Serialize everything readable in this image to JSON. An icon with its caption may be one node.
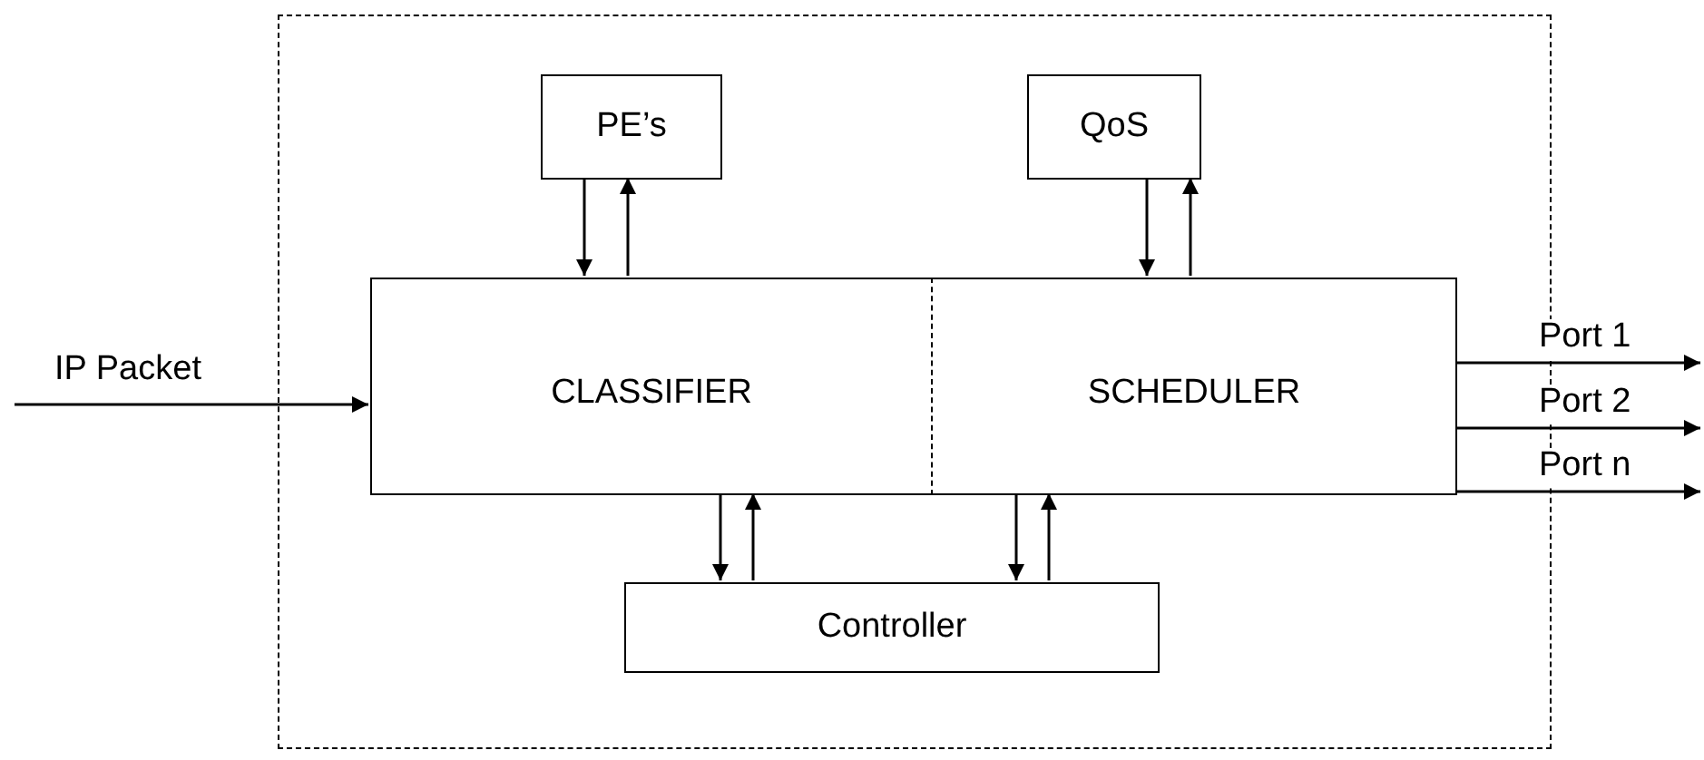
{
  "diagram": {
    "nodes": [
      {
        "text": [],
        "shape": "box"
      },
      {
        "text": [
          "PE’s"
        ],
        "in": 0
      },
      {
        "text": [
          "QoS"
        ],
        "in": 0
      },
      {
        "text": [
          "CLASSIFIER"
        ],
        "in": 0
      },
      {
        "text": [
          "SCHEDULER"
        ],
        "in": 0
      },
      {
        "text": [
          "Controller"
        ],
        "in": 0
      }
    ],
    "edges": [
      {
        "from": 1,
        "to": 3,
        "arrow": "to"
      },
      {
        "from": 3,
        "to": 1,
        "arrow": "to"
      },
      {
        "from": 2,
        "to": 4,
        "arrow": "to"
      },
      {
        "from": 4,
        "to": 2,
        "arrow": "to"
      },
      {
        "from": 3,
        "to": 5,
        "arrow": "to"
      },
      {
        "from": 5,
        "to": 3,
        "arrow": "to"
      },
      {
        "from": 4,
        "to": 5,
        "arrow": "to"
      },
      {
        "from": 5,
        "to": 4,
        "arrow": "to"
      },
      {
        "from": null,
        "to": 3,
        "arrow": "to",
        "label": "IP Packet"
      },
      {
        "from": 4,
        "to": null,
        "arrow": "to",
        "label": "Port 1"
      },
      {
        "from": 4,
        "to": null,
        "arrow": "to",
        "label": "Port 2"
      },
      {
        "from": 4,
        "to": null,
        "arrow": "to",
        "label": "Port n"
      }
    ]
  }
}
